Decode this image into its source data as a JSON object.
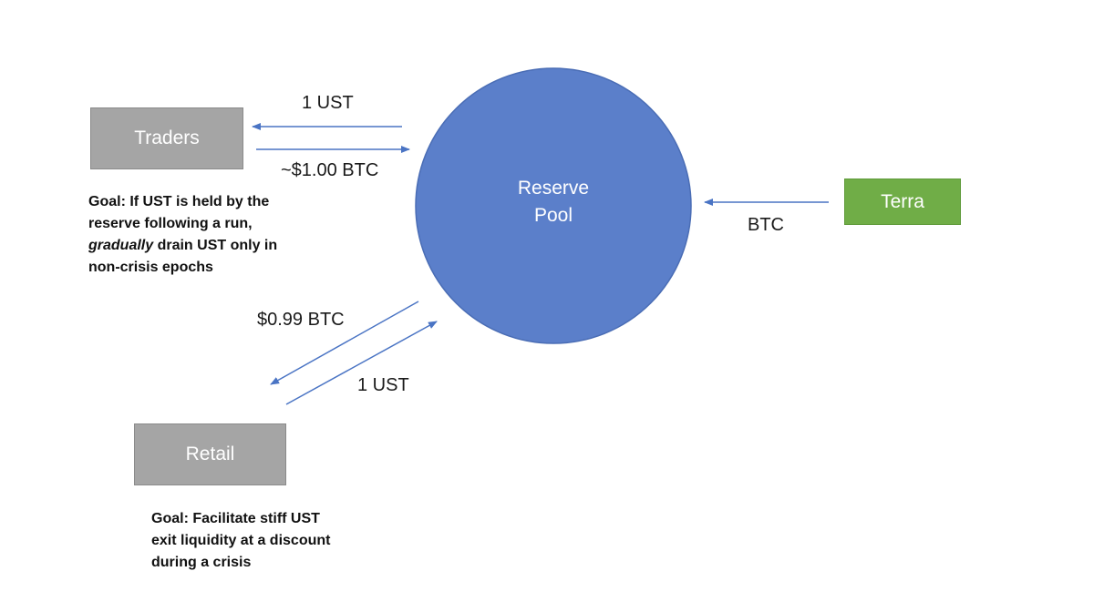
{
  "nodes": {
    "traders": "Traders",
    "reserve_pool": {
      "line1": "Reserve",
      "line2": "Pool"
    },
    "terra": "Terra",
    "retail": "Retail"
  },
  "flows": {
    "pool_to_traders": "1 UST",
    "traders_to_pool": "~$1.00 BTC",
    "terra_to_pool": "BTC",
    "pool_to_retail": "$0.99 BTC",
    "retail_to_pool": "1 UST"
  },
  "goals": {
    "traders": {
      "line1": "Goal: If UST is held by the",
      "line2": "reserve following a run,",
      "line3_emphasis": "gradually",
      "line3_rest": " drain UST only in",
      "line4": "non-crisis epochs"
    },
    "retail": {
      "line1": "Goal: Facilitate stiff UST",
      "line2": "exit liquidity at a discount",
      "line3": "during a crisis"
    }
  },
  "colors": {
    "pool": "#5b7fca",
    "pool_stroke": "#4a6db5",
    "participant_box": "#a5a5a5",
    "terra_box": "#70ad47",
    "arrow": "#4a74c4"
  }
}
